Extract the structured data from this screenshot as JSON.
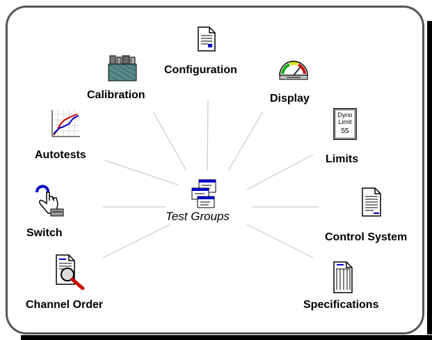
{
  "center": {
    "label": "Test Groups",
    "icon": "windows-stack-icon"
  },
  "nodes": [
    {
      "id": "configuration",
      "label": "Configuration",
      "icon": "document-icon"
    },
    {
      "id": "calibration",
      "label": "Calibration",
      "icon": "toolbox-icon"
    },
    {
      "id": "display",
      "label": "Display",
      "icon": "gauge-icon"
    },
    {
      "id": "autotests",
      "label": "Autotests",
      "icon": "graph-icon"
    },
    {
      "id": "limits",
      "label": "Limits",
      "icon": "limit-sign-icon",
      "sign_text": [
        "Dyno",
        "Limit",
        "55"
      ]
    },
    {
      "id": "switch",
      "label": "Switch",
      "icon": "hand-switch-icon"
    },
    {
      "id": "control_system",
      "label": "Control System",
      "icon": "document-lines-icon"
    },
    {
      "id": "channel_order",
      "label": "Channel Order",
      "icon": "document-magnifier-icon"
    },
    {
      "id": "specifications",
      "label": "Specifications",
      "icon": "table-document-icon"
    }
  ],
  "colors": {
    "border": "#555555",
    "shadow": "#000000",
    "spokes": "#c0c0c0",
    "accent_blue": "#0000cc",
    "accent_red": "#cc0000"
  }
}
